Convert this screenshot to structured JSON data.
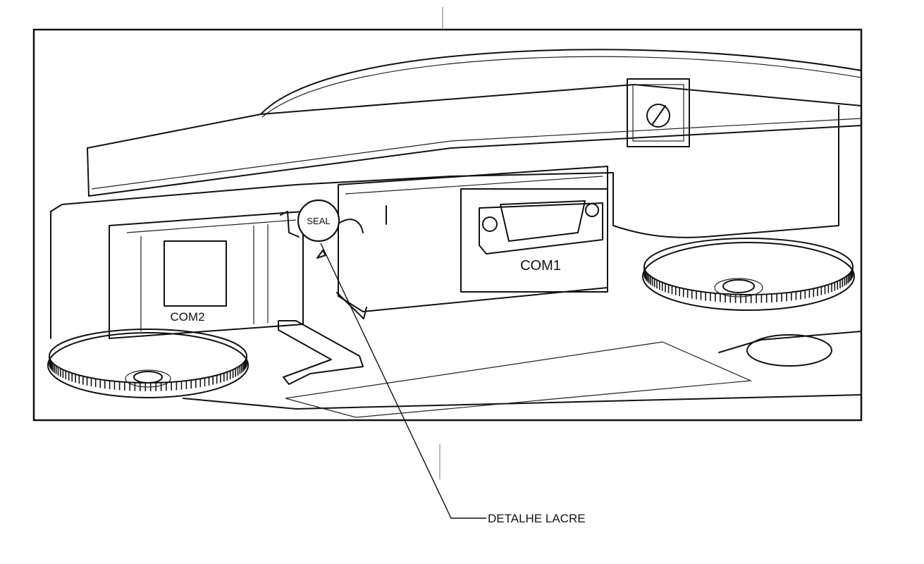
{
  "labels": {
    "seal": "SEAL",
    "com1": "COM1",
    "com2": "COM2",
    "callout": "DETALHE LACRE"
  }
}
